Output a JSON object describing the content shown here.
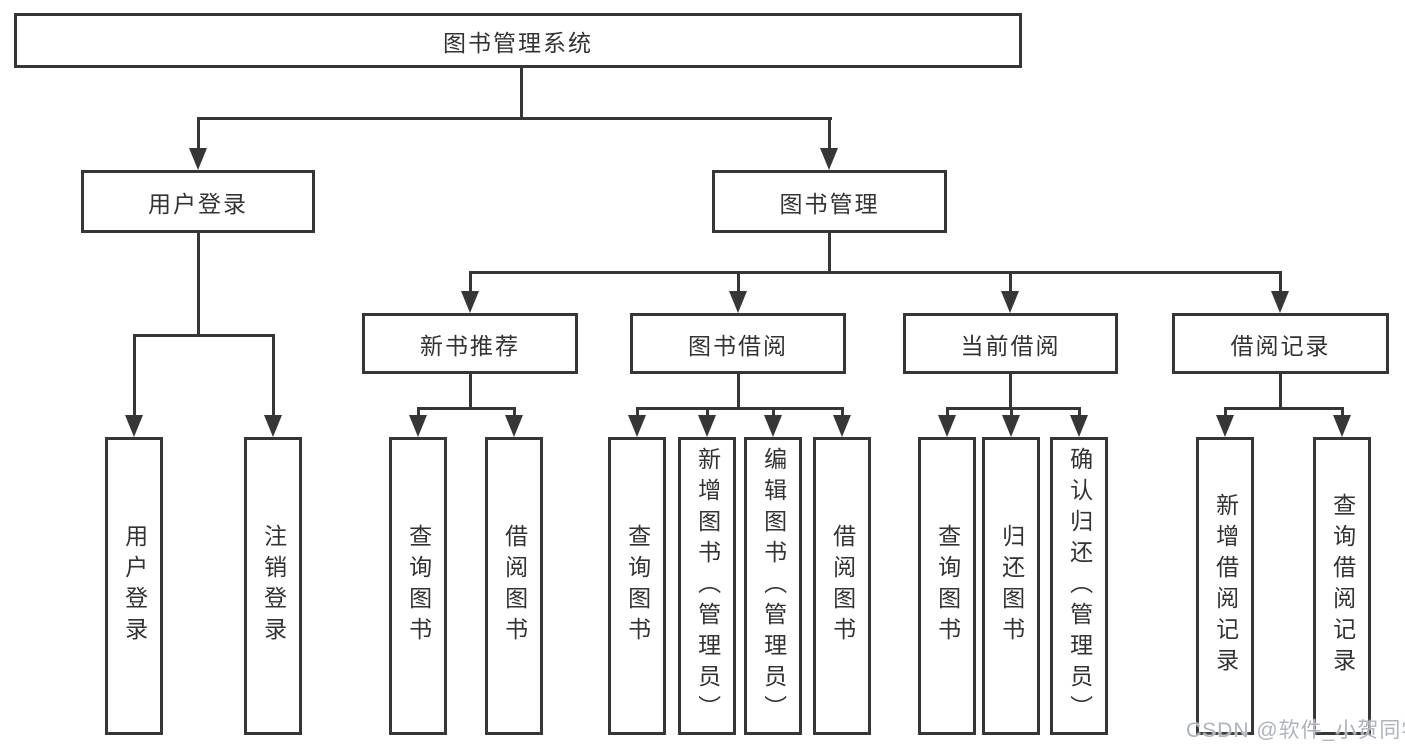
{
  "nodes": {
    "root": {
      "label": "图书管理系统"
    },
    "level2": [
      {
        "label": "用户登录"
      },
      {
        "label": "图书管理"
      }
    ],
    "level3": [
      {
        "label": "新书推荐"
      },
      {
        "label": "图书借阅"
      },
      {
        "label": "当前借阅"
      },
      {
        "label": "借阅记录"
      }
    ],
    "leaves": [
      {
        "label": "用户登录"
      },
      {
        "label": "注销登录"
      },
      {
        "label": "查询图书"
      },
      {
        "label": "借阅图书"
      },
      {
        "label": "查询图书"
      },
      {
        "label": "新增图书（管理员）"
      },
      {
        "label": "编辑图书（管理员）"
      },
      {
        "label": "借阅图书"
      },
      {
        "label": "查询图书"
      },
      {
        "label": "归还图书"
      },
      {
        "label": "确认归还（管理员）"
      },
      {
        "label": "新增借阅记录"
      },
      {
        "label": "查询借阅记录"
      }
    ]
  },
  "watermark": {
    "text": "CSDN @软件_小贺同学"
  },
  "colors": {
    "line": "#363636",
    "text": "#333333",
    "box_background": "#ffffff",
    "page_background": "#ffffff",
    "watermark": "#aeb3bc"
  }
}
